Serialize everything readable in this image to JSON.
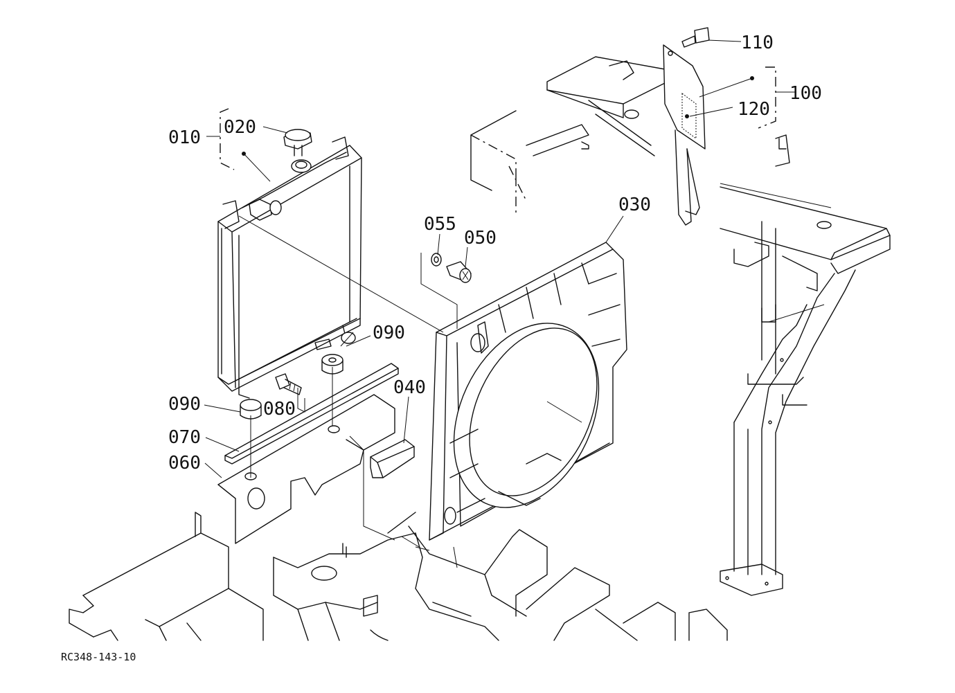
{
  "labels": {
    "p010": "010",
    "p020": "020",
    "p030": "030",
    "p040": "040",
    "p050": "050",
    "p055": "055",
    "p060": "060",
    "p070": "070",
    "p080": "080",
    "p090a": "090",
    "p090b": "090",
    "p100": "100",
    "p110": "110",
    "p120": "120"
  },
  "reference_code": "RC348-143-10"
}
